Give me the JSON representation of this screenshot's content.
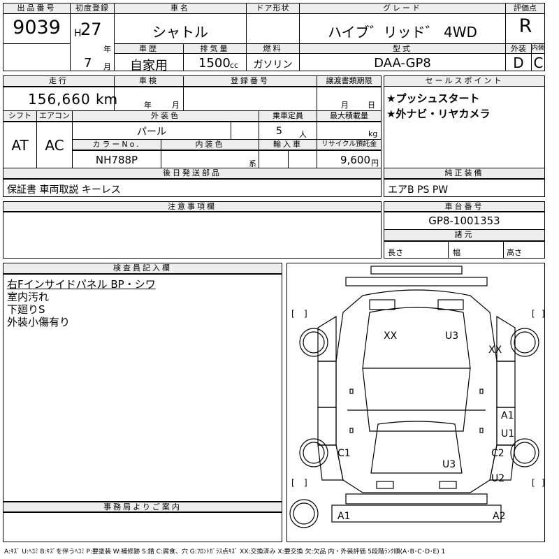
{
  "header": {
    "lot_label": "出品番号",
    "lot": "9039",
    "first_reg_label": "初度登録",
    "era": "H",
    "year": "27",
    "year_unit": "年",
    "month": "7",
    "month_unit": "月",
    "car_name_label": "車名",
    "car_name": "シャトル",
    "door_label": "ドア形状",
    "door": "",
    "grade_label": "グレード",
    "grade": "ハイブ゛リッド゛ 4WD",
    "score_label": "評価点",
    "score": "R",
    "history_label": "車歴",
    "history": "自家用",
    "displacement_label": "排気量",
    "displacement": "1500",
    "displacement_unit": "cc",
    "fuel_label": "燃料",
    "fuel": "ガソリン",
    "model_label": "型式",
    "model": "DAA-GP8",
    "exterior_label": "外装",
    "exterior_grade": "D",
    "interior_label": "内装",
    "interior_grade": "C"
  },
  "row2": {
    "mileage_label": "走行",
    "mileage": "156,660",
    "mileage_unit": "km",
    "inspection_label": "車検",
    "insp_year_unit": "年",
    "insp_month_unit": "月",
    "reg_no_label": "登録番号",
    "reg_no": "",
    "transfer_label": "譲渡書類期限",
    "transfer_month_unit": "月",
    "transfer_day_unit": "日",
    "shift_label": "シフト",
    "shift": "AT",
    "ac_label": "エアコン",
    "ac": "AC",
    "color_label": "外装色",
    "color": "パール",
    "capacity_label": "乗車定員",
    "capacity": "5",
    "capacity_unit": "人",
    "load_label": "最大積載量",
    "load_unit": "kg",
    "color_no_label": "カラーNo.",
    "color_no": "NH788P",
    "interior_color_label": "内装色",
    "interior_color_unit": "系",
    "import_label": "輸入車",
    "import": "",
    "recycle_label": "リサイクル預託金",
    "recycle": "9,600",
    "recycle_unit": "円",
    "later_label": "後日発送部品",
    "later_value": "保証書 車両取説 キーレス"
  },
  "sales": {
    "label": "セールスポイント",
    "points": [
      "★プッシュスタート",
      "★外ナビ・リヤカメラ"
    ]
  },
  "equipment": {
    "label": "純正装備",
    "value": "エアB PS PW"
  },
  "chassis": {
    "label": "車台番号",
    "value": "GP8-1001353"
  },
  "dims": {
    "label": "諸元",
    "length": "長さ",
    "width": "幅",
    "height": "高さ"
  },
  "notes": {
    "label": "注意事項欄"
  },
  "inspector": {
    "label": "検査員記入欄",
    "lines": [
      "右Fインサイドパネル BP・シワ",
      "室内汚れ",
      "下廻りS",
      "外装小傷有り"
    ]
  },
  "office": {
    "label": "事務局よりご案内"
  },
  "diagram_marks": [
    "XX",
    "U3",
    "XX",
    "A1",
    "U1",
    "C1",
    "C2",
    "U3",
    "U2",
    "A1",
    "A2"
  ],
  "legend": "A:ｷｽﾞ U:ﾍｺﾐ B:ｷｽﾞを伴うﾍｺﾐ P:要塗装 W:補修跡 S:錆 C:腐食、穴 G:ﾌﾛﾝﾄｶﾞﾗｽ点ｷｽﾞ XX:交換済み X:要交換 欠:欠品 内・外装評価 5段階ﾗﾝｸ順(A･B･C･D･E) 1"
}
